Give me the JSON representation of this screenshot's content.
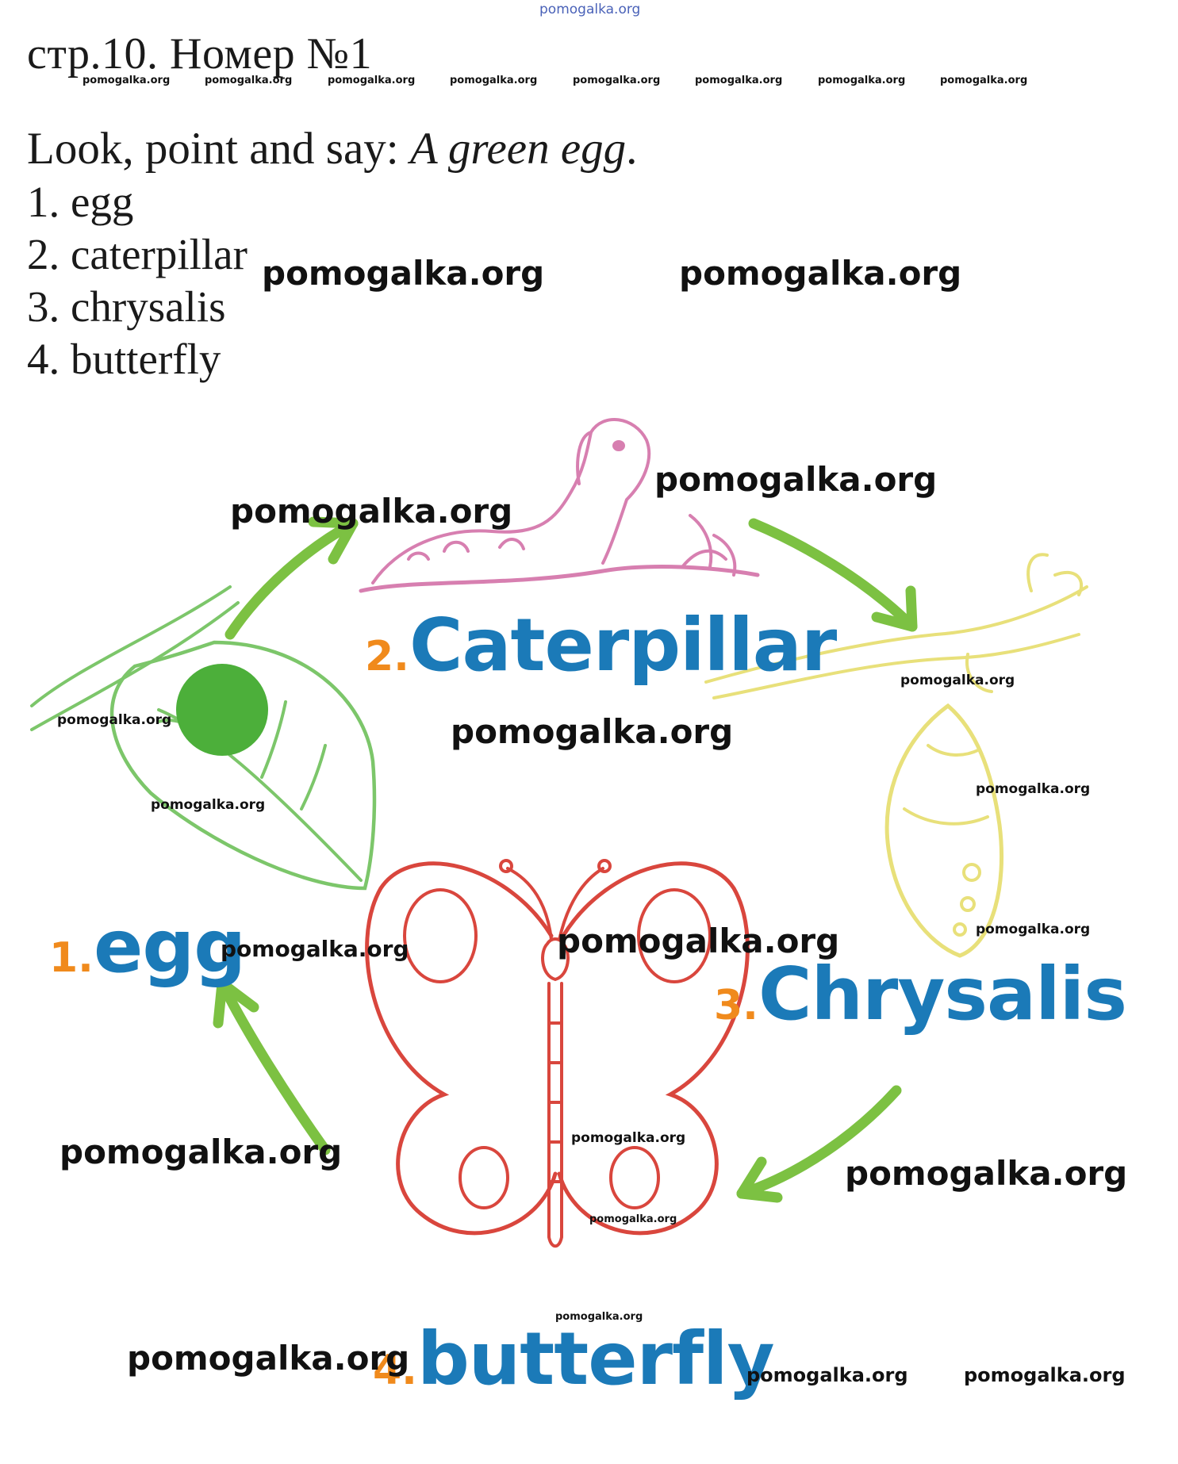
{
  "watermark_top": "pomogalka.org",
  "page_title": "стр.10. Номер №1",
  "instruction": {
    "prefix": "Look, point and say:",
    "example": "A green egg",
    "suffix": "."
  },
  "word_list": [
    "1. egg",
    "2. caterpillar",
    "3. chrysalis",
    "4. butterfly"
  ],
  "diagram": {
    "labels": [
      {
        "number": "1.",
        "word": "egg"
      },
      {
        "number": "2.",
        "word": "Caterpillar"
      },
      {
        "number": "3.",
        "word": "Chrysalis"
      },
      {
        "number": "4.",
        "word": "butterfly"
      }
    ],
    "colors": {
      "egg_stage": "#7cc66a",
      "egg": "#4caf3a",
      "caterpillar_stage": "#d77fb0",
      "chrysalis_stage": "#e8e07a",
      "butterfly_stage": "#d9463d",
      "arrow": "#7cc142",
      "label_number": "#f08a1c",
      "label_word": "#1b7ab8"
    }
  },
  "watermark": "pomogalka.org"
}
